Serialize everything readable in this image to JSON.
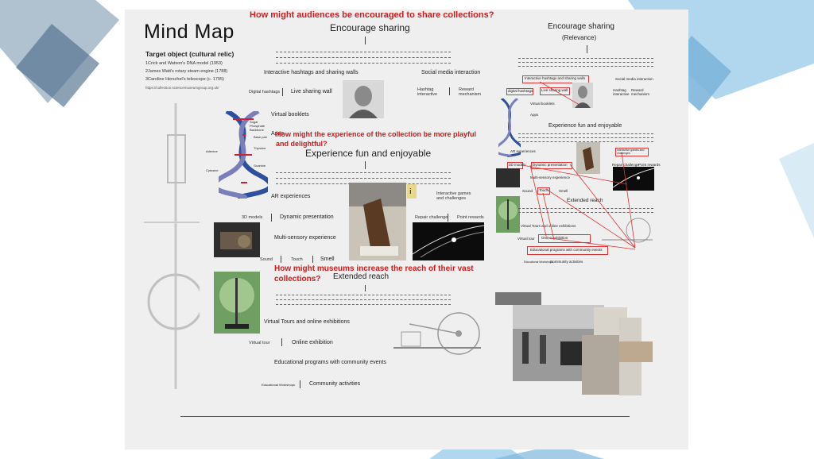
{
  "title": "Mind Map",
  "target": {
    "heading": "Target object (cultural relic)",
    "items": [
      "1Crick and Watson's DNA model (1953)",
      "2James Watt's rotary steam engine (1788)",
      "3Caroline Herschel's telescope (c. 1795)"
    ],
    "url": "https://collection.sciencemuseumgroup.org.uk/"
  },
  "q1": {
    "question": "How might audiences be encouraged to share collections?",
    "heading": "Encourage sharing",
    "branch_a": "Interactive hashtags and sharing walls",
    "branch_b": "Social media interaction",
    "sub_a1": "Digital hashtags",
    "sub_a2": "Live sharing wall",
    "sub_b1": "Hashtag interactive",
    "sub_b2": "Reward mechanism",
    "extra1": "Virtual booklets",
    "extra2": "Apps"
  },
  "q2": {
    "question_line1": "How might the experience of the collection be more playful",
    "question_line2": "and delightful?",
    "heading": "Experience fun and enjoyable",
    "branch_a": "AR experiences",
    "branch_b": "Interactive games and challenges",
    "sub_a1": "3D models",
    "sub_a2": "Dynamic presentation",
    "sub_b1": "Repair challenge",
    "sub_b2": "Point rewards",
    "multi": "Multi-sensory experience",
    "sense1": "Sound",
    "sense2": "Touch",
    "sense3": "Smell"
  },
  "q3": {
    "question_line1": "How might museums increase the reach of their vast",
    "question_line2": "collections?",
    "heading": "Extended reach",
    "branch_a": "Virtual Tours and online exhibitions",
    "sub_a1": "Virtual tour",
    "sub_a2": "Online exhibition",
    "branch_b": "Educational programs with community events",
    "sub_b1": "Educational Workshops",
    "sub_b2": "Community activities"
  },
  "dna_labels": [
    "Sugar Phosphate Backbone",
    "Base pair",
    "Adenine",
    "Thymine",
    "Cytosine",
    "Guanine"
  ],
  "right": {
    "heading": "Encourage sharing",
    "subheading": "(Relevance)",
    "box1": "Interactive hashtags and sharing walls",
    "social": "Social media interaction",
    "digital": "digital hashtags",
    "live": "Live sharing wall",
    "hashtag": "Hashtag interactive",
    "reward": "Reward mechanism",
    "booklets": "Virtual booklets",
    "apps": "Apps",
    "fun": "Experience fun and enjoyable",
    "ar": "AR experiences",
    "games": "Interactive games and challenges",
    "models": "3D models",
    "dynamic": "Dynamic presentation",
    "repair": "Repair challenge",
    "points": "Point rewards",
    "multi": "Multi-sensory experience",
    "sound": "Sound",
    "touch": "Touch",
    "smell": "Smell",
    "reach": "Extended reach",
    "tours": "Virtual Tours and online exhibitions",
    "vtour": "Virtual tour",
    "online": "Online exhibition",
    "edu": "Educational programs with community events",
    "workshops": "Educational Workshops",
    "community": "Community activities"
  },
  "colors": {
    "question": "#d11a1a",
    "deco_dark": "#6f8ea8",
    "deco_light": "#a9d3ec"
  }
}
